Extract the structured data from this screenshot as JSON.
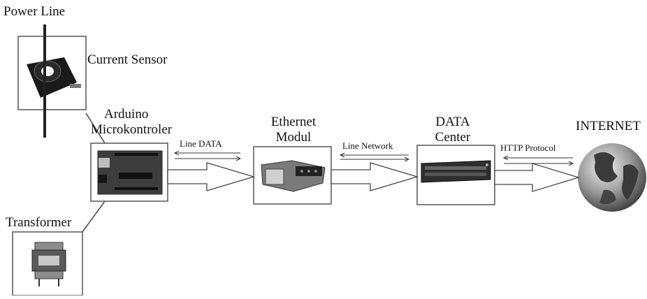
{
  "labels": {
    "power_line": "Power Line",
    "current_sensor": "Current Sensor",
    "arduino": [
      "Arduino",
      "Microkontroler"
    ],
    "transformer": "Transformer",
    "ethernet": [
      "Ethernet",
      "Modul"
    ],
    "data_center": [
      "DATA",
      "Center"
    ],
    "internet": "INTERNET"
  },
  "links": {
    "line_data": "Line DATA",
    "line_network": "Line Network",
    "http_protocol": "HTTP Protocol"
  },
  "icons": {
    "current_sensor": "current-sensor-photo",
    "arduino": "arduino-board-photo",
    "transformer": "transformer-photo",
    "ethernet": "ethernet-module-photo",
    "data_center": "rack-server-photo",
    "internet": "globe-photo"
  }
}
